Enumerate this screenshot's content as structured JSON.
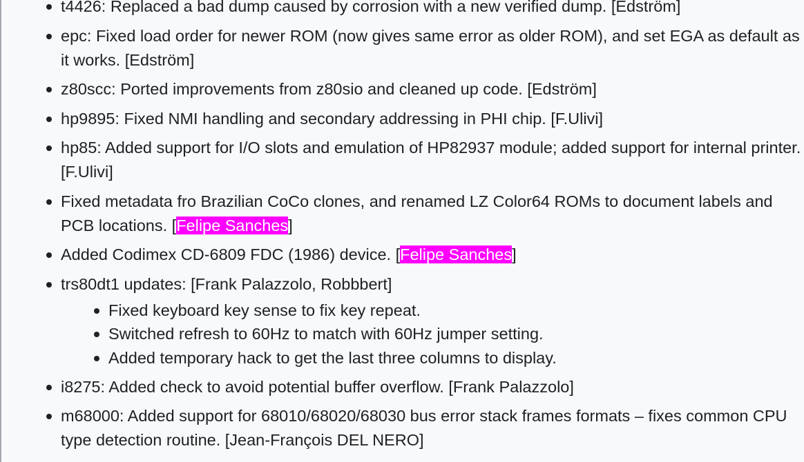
{
  "items": [
    {
      "text": "t4426: Replaced a bad dump caused by corrosion with a new verified dump. [Edström]"
    },
    {
      "text": "epc: Fixed load order for newer ROM (now gives same error as older ROM), and set EGA as default as it works. [Edström]"
    },
    {
      "text": "z80scc: Ported improvements from z80sio and cleaned up code. [Edström]"
    },
    {
      "text": "hp9895: Fixed NMI handling and secondary addressing in PHI chip. [F.Ulivi]"
    },
    {
      "text": "hp85: Added support for I/O slots and emulation of HP82937 module; added support for internal printer. [F.Ulivi]"
    },
    {
      "pre": "Fixed metadata fro Brazilian CoCo clones, and renamed LZ Color64 ROMs to document labels and PCB locations. [",
      "highlight": "Felipe Sanches",
      "post": "]"
    },
    {
      "pre": "Added Codimex CD-6809 FDC (1986) device. [",
      "highlight": "Felipe Sanches",
      "post": "]"
    },
    {
      "text": "trs80dt1 updates: [Frank Palazzolo, Robbbert]",
      "sub": [
        "Fixed keyboard key sense to fix key repeat.",
        "Switched refresh to 60Hz to match with 60Hz jumper setting.",
        "Added temporary hack to get the last three columns to display."
      ]
    },
    {
      "text": "i8275: Added check to avoid potential buffer overflow. [Frank Palazzolo]"
    },
    {
      "text": "m68000: Added support for 68010/68020/68030 bus error stack frames formats – fixes common CPU type detection routine. [Jean-François DEL NERO]"
    }
  ],
  "colors": {
    "highlight_bg": "#ff00ff",
    "highlight_fg": "#ffffff",
    "text": "#202122",
    "background": "#f8f9fa"
  }
}
